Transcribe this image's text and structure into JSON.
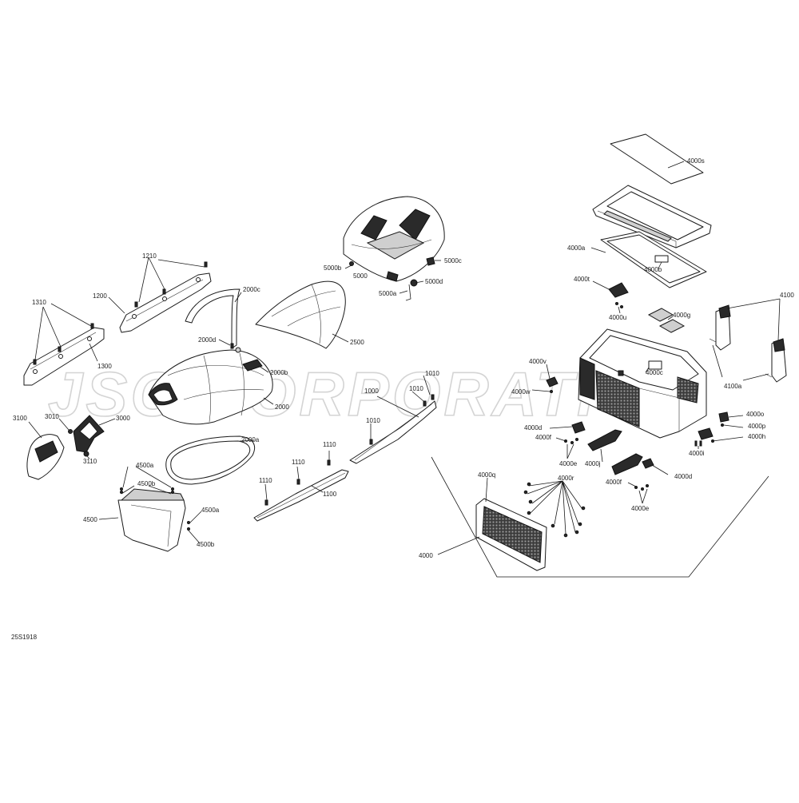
{
  "watermark": "JSC CORPORATION",
  "diagram_code": "25S1918",
  "callouts": {
    "c1210": "1210",
    "c1200": "1200",
    "c1310": "1310",
    "c1300": "1300",
    "c2000c": "2000c",
    "c2000d": "2000d",
    "c2000b": "2000b",
    "c2000": "2000",
    "c2000a": "2000a",
    "c2500": "2500",
    "c5000b": "5000b",
    "c5000": "5000",
    "c5000c": "5000c",
    "c5000d": "5000d",
    "c5000a": "5000a",
    "c3100": "3100",
    "c3010": "3010",
    "c3000": "3000",
    "c3110": "3110",
    "c4500a_top": "4500a",
    "c4500b_top": "4500b",
    "c4500": "4500",
    "c4500a_side": "4500a",
    "c4500b_side": "4500b",
    "c1010_a": "1010",
    "c1010_b": "1010",
    "c1010_c": "1010",
    "c1000": "1000",
    "c1110_a": "1110",
    "c1110_b": "1110",
    "c1110_c": "1110",
    "c1100": "1100",
    "c4000s": "4000s",
    "c4000a": "4000a",
    "c4000b": "4000b",
    "c4000t": "4000t",
    "c4000u": "4000u",
    "c4000g": "4000g",
    "c4100": "4100",
    "c4000v": "4000v",
    "c4000w": "4000w",
    "c4000c": "4000c",
    "c4100a": "4100a",
    "c4000o": "4000o",
    "c4000p": "4000p",
    "c4000h": "4000h",
    "c4000i": "4000i",
    "c4000d_a": "4000d",
    "c4000f_a": "4000f",
    "c4000e_a": "4000e",
    "c4000j": "4000j",
    "c4000d_b": "4000d",
    "c4000f_b": "4000f",
    "c4000e_b": "4000e",
    "c4000q": "4000q",
    "c4000r": "4000r",
    "c4000": "4000"
  }
}
